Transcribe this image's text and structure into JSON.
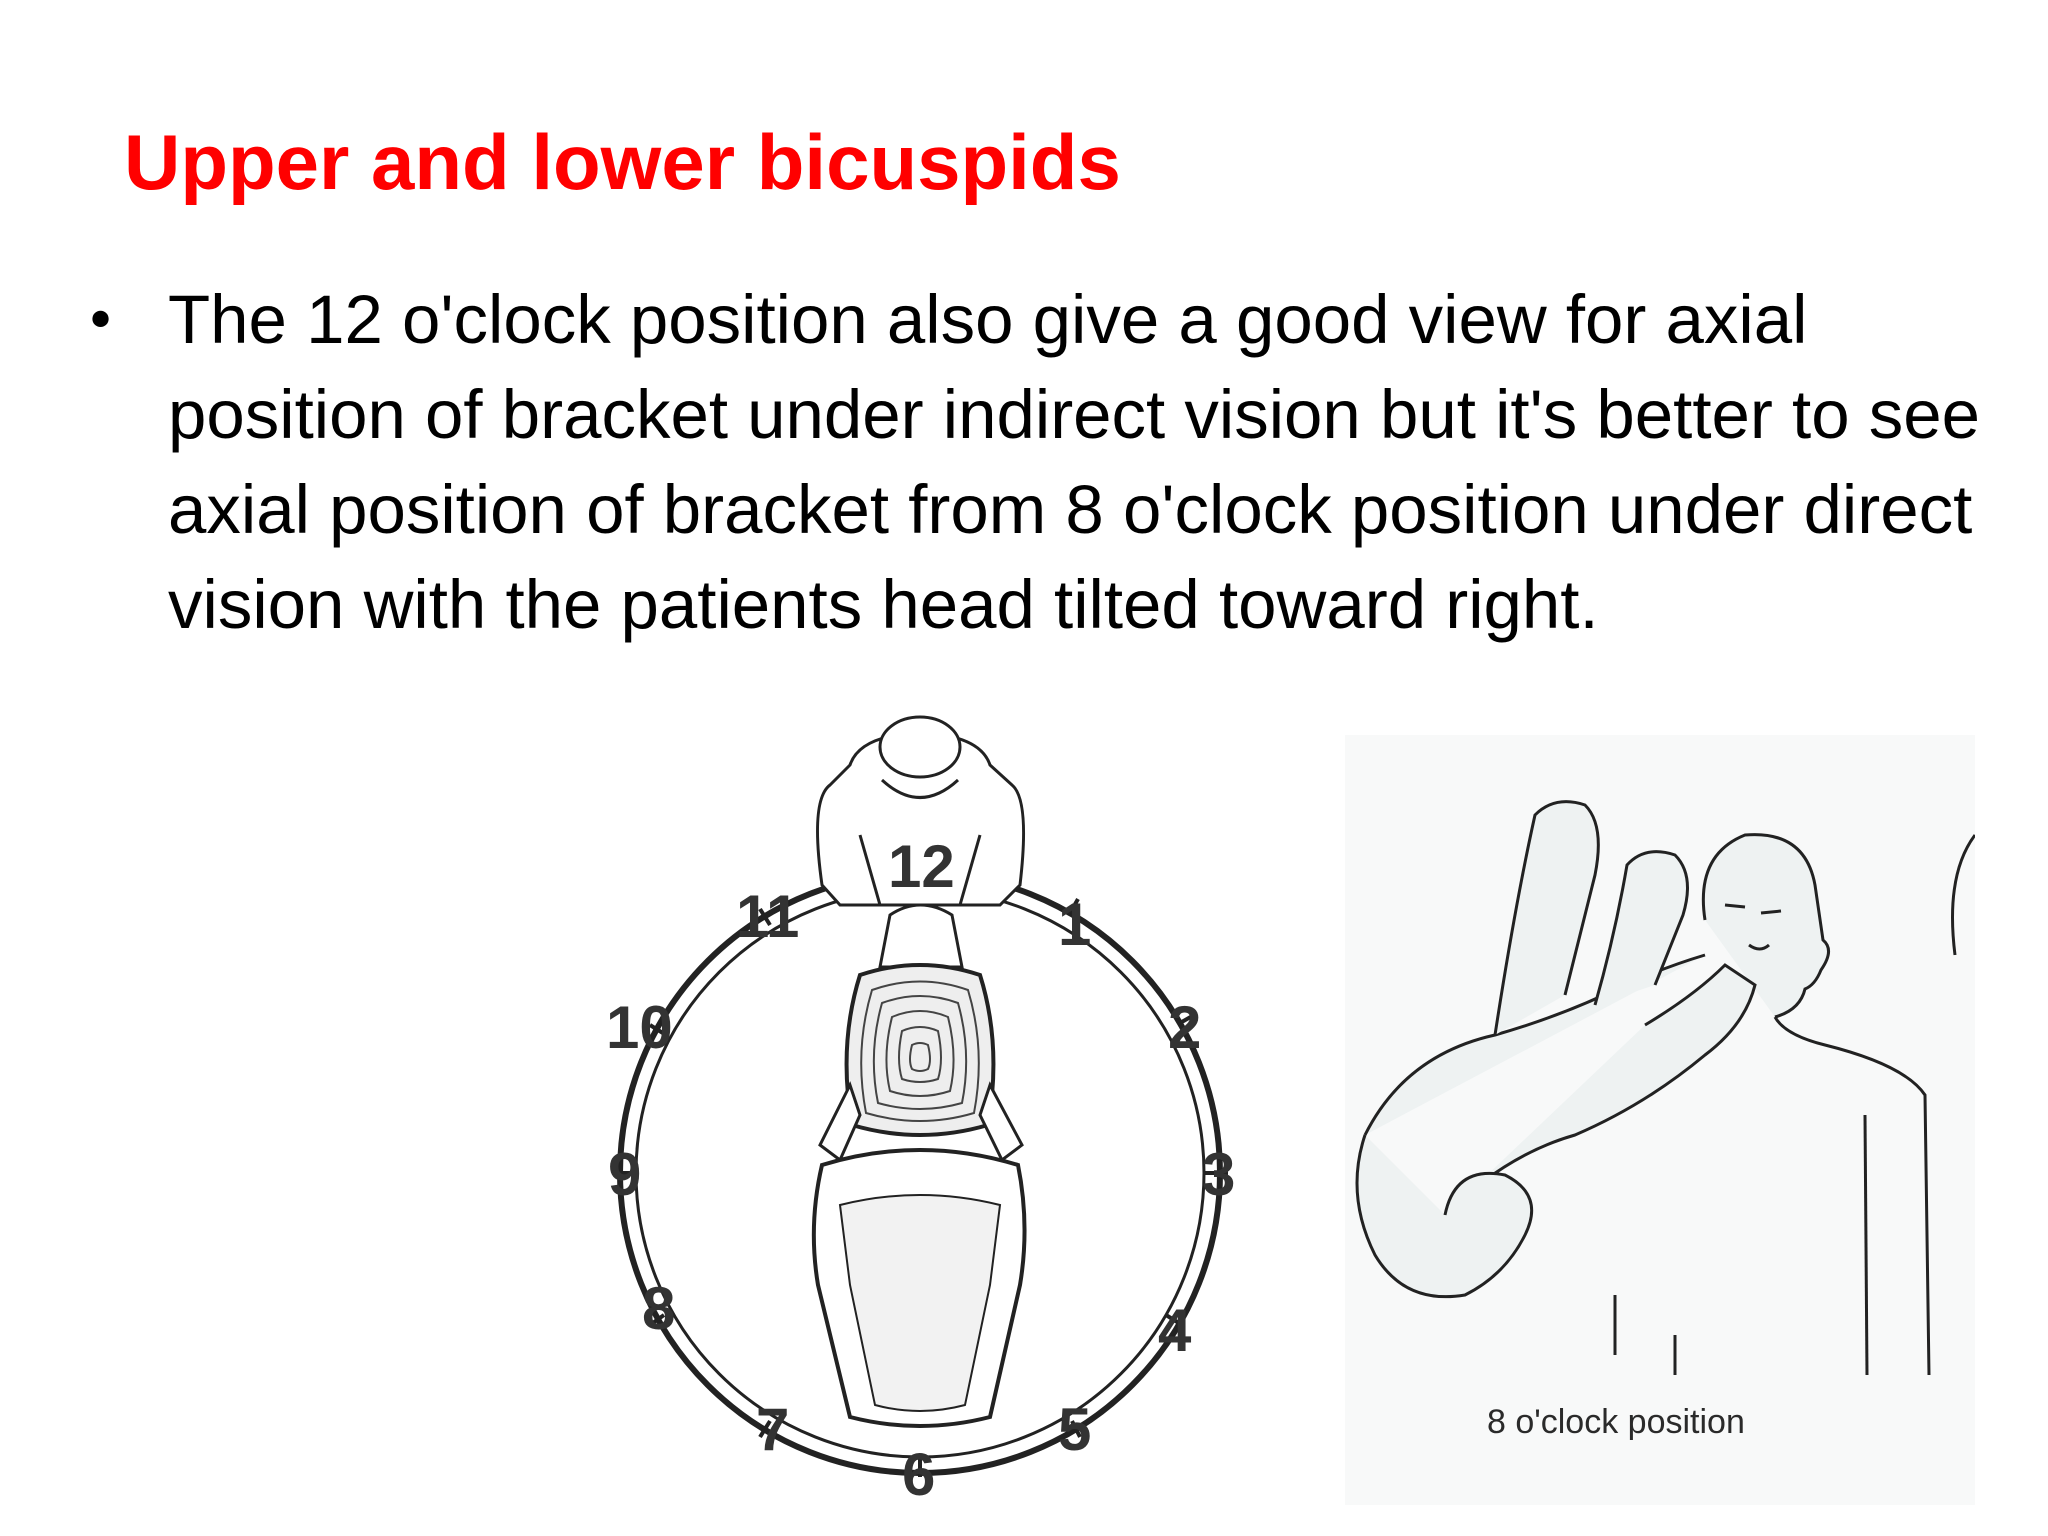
{
  "slide": {
    "title": "Upper and lower bicuspids",
    "bullets": [
      "The 12 o'clock position also give a good view for axial position of bracket under indirect vision but it's better to see axial position of bracket from 8 o'clock position under direct vision with the patients head tilted toward right."
    ]
  },
  "clock_figure": {
    "numbers": [
      "12",
      "1",
      "2",
      "3",
      "4",
      "5",
      "6",
      "7",
      "8",
      "9",
      "10",
      "11"
    ]
  },
  "position_figure": {
    "caption": "8 o'clock position"
  }
}
